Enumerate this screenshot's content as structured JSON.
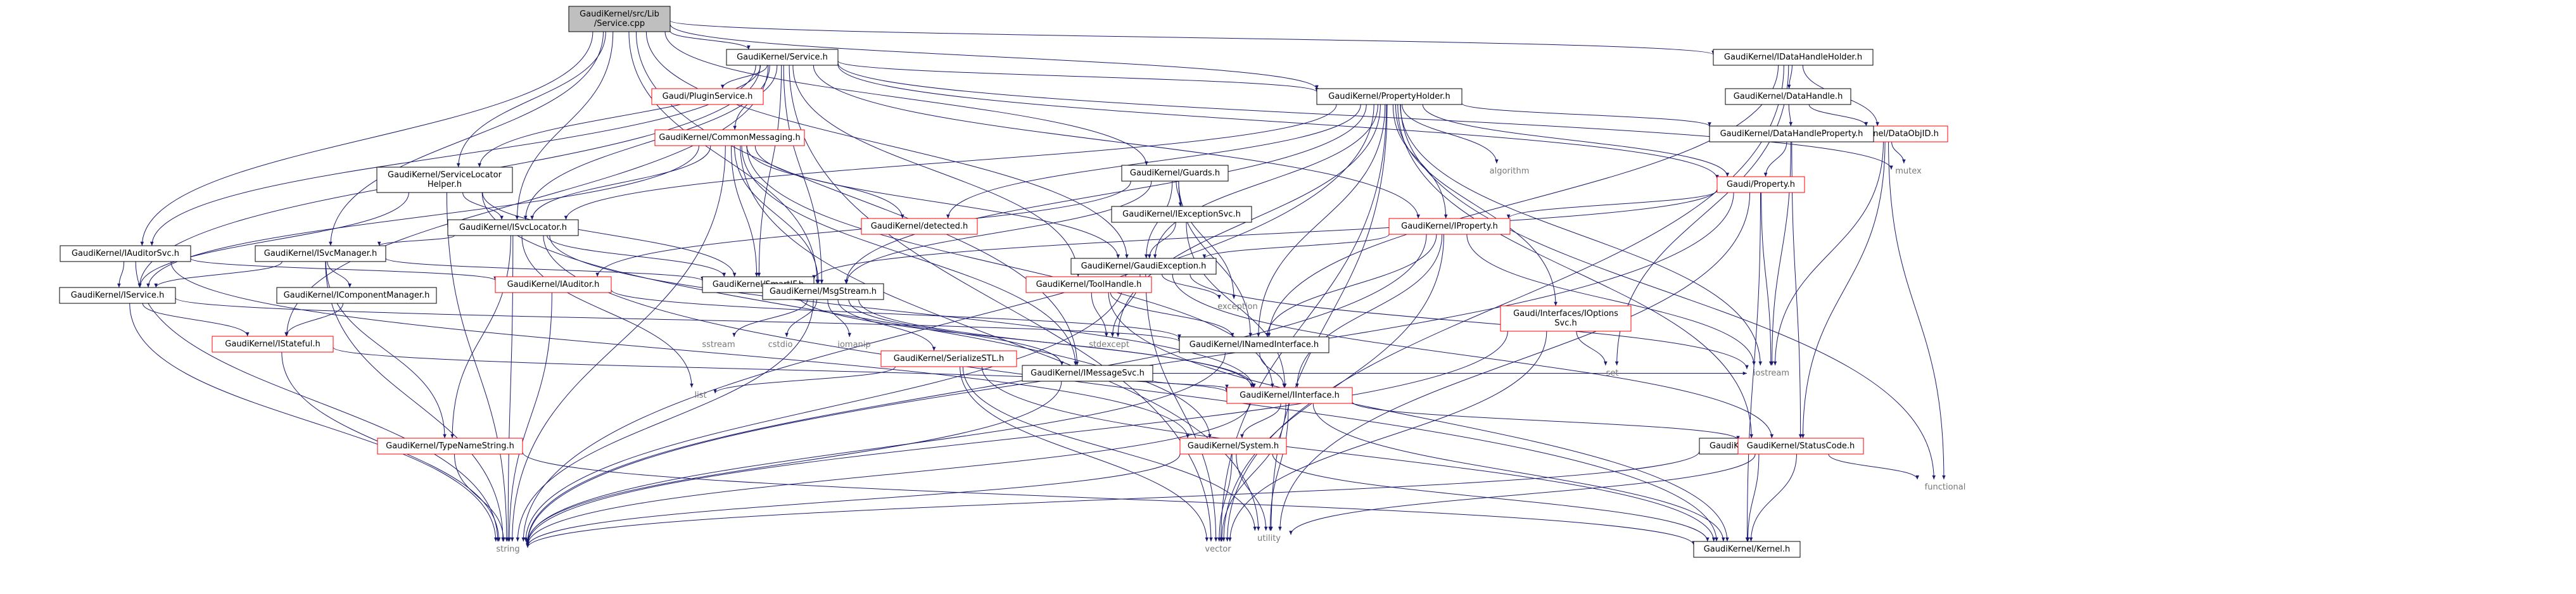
{
  "colors": {
    "node_border_black": "#000000",
    "node_border_red": "#ff0000",
    "edge": "#191970",
    "root_fill": "#bfbfbf",
    "text_normal": "#000000",
    "text_system": "#777777"
  },
  "nodes": [
    {
      "id": "root",
      "label": "GaudiKernel/src/Lib\n/Service.cpp",
      "kind": "root"
    },
    {
      "id": "service_h",
      "label": "GaudiKernel/Service.h",
      "kind": "normal"
    },
    {
      "id": "idatahandleholder",
      "label": "GaudiKernel/IDataHandleHolder.h",
      "kind": "normal"
    },
    {
      "id": "propertyholder",
      "label": "GaudiKernel/PropertyHolder.h",
      "kind": "normal"
    },
    {
      "id": "datahandle_h",
      "label": "GaudiKernel/DataHandle.h",
      "kind": "normal"
    },
    {
      "id": "dataobjid",
      "label": "GaudiKernel/DataObjID.h",
      "kind": "red"
    },
    {
      "id": "mutex",
      "label": "mutex",
      "kind": "system"
    },
    {
      "id": "datahandleproperty",
      "label": "GaudiKernel/DataHandleProperty.h",
      "kind": "normal"
    },
    {
      "id": "property",
      "label": "Gaudi/Property.h",
      "kind": "red"
    },
    {
      "id": "algorithm",
      "label": "algorithm",
      "kind": "system"
    },
    {
      "id": "pluginservice",
      "label": "Gaudi/PluginService.h",
      "kind": "red"
    },
    {
      "id": "commonmessaging",
      "label": "GaudiKernel/CommonMessaging.h",
      "kind": "red"
    },
    {
      "id": "guards",
      "label": "GaudiKernel/Guards.h",
      "kind": "normal"
    },
    {
      "id": "serviceloc",
      "label": "GaudiKernel/ServiceLocator\nHelper.h",
      "kind": "normal"
    },
    {
      "id": "iexceptionsvc",
      "label": "GaudiKernel/IExceptionSvc.h",
      "kind": "normal"
    },
    {
      "id": "iproperty",
      "label": "GaudiKernel/IProperty.h",
      "kind": "red"
    },
    {
      "id": "detected",
      "label": "GaudiKernel/detected.h",
      "kind": "red"
    },
    {
      "id": "isvclocator",
      "label": "GaudiKernel/ISvcLocator.h",
      "kind": "normal"
    },
    {
      "id": "iauditorsvc",
      "label": "GaudiKernel/IAuditorSvc.h",
      "kind": "normal"
    },
    {
      "id": "isvcmanager",
      "label": "GaudiKernel/ISvcManager.h",
      "kind": "normal"
    },
    {
      "id": "iauditor",
      "label": "GaudiKernel/IAuditor.h",
      "kind": "red"
    },
    {
      "id": "smartif",
      "label": "GaudiKernel/SmartIF.h",
      "kind": "normal"
    },
    {
      "id": "gaudiexception",
      "label": "GaudiKernel/GaudiException.h",
      "kind": "normal"
    },
    {
      "id": "msgstream",
      "label": "GaudiKernel/MsgStream.h",
      "kind": "normal"
    },
    {
      "id": "toolhandle",
      "label": "GaudiKernel/ToolHandle.h",
      "kind": "red"
    },
    {
      "id": "ioptionssvc",
      "label": "Gaudi/Interfaces/IOptions\nSvc.h",
      "kind": "red"
    },
    {
      "id": "icomponentmanager",
      "label": "GaudiKernel/IComponentManager.h",
      "kind": "normal"
    },
    {
      "id": "iservice",
      "label": "GaudiKernel/IService.h",
      "kind": "normal"
    },
    {
      "id": "exception",
      "label": "exception",
      "kind": "system"
    },
    {
      "id": "inamedinterface",
      "label": "GaudiKernel/INamedInterface.h",
      "kind": "normal"
    },
    {
      "id": "stdexcept",
      "label": "stdexcept",
      "kind": "system"
    },
    {
      "id": "sstream",
      "label": "sstream",
      "kind": "system"
    },
    {
      "id": "cstdio",
      "label": "cstdio",
      "kind": "system"
    },
    {
      "id": "iomanip",
      "label": "iomanip",
      "kind": "system"
    },
    {
      "id": "imessagesvc",
      "label": "GaudiKernel/IMessageSvc.h",
      "kind": "normal"
    },
    {
      "id": "serializestl",
      "label": "GaudiKernel/SerializeSTL.h",
      "kind": "red"
    },
    {
      "id": "istateful",
      "label": "GaudiKernel/IStateful.h",
      "kind": "red"
    },
    {
      "id": "iinterface",
      "label": "GaudiKernel/IInterface.h",
      "kind": "red"
    },
    {
      "id": "iostream",
      "label": "iostream",
      "kind": "system"
    },
    {
      "id": "list",
      "label": "list",
      "kind": "system"
    },
    {
      "id": "set",
      "label": "set",
      "kind": "system"
    },
    {
      "id": "typenamestring",
      "label": "GaudiKernel/TypeNameString.h",
      "kind": "red"
    },
    {
      "id": "system_h",
      "label": "GaudiKernel/System.h",
      "kind": "red"
    },
    {
      "id": "bootstrap",
      "label": "GaudiKernel/Bootstrap.h",
      "kind": "normal"
    },
    {
      "id": "statuscode",
      "label": "GaudiKernel/StatusCode.h",
      "kind": "red"
    },
    {
      "id": "functional",
      "label": "functional",
      "kind": "system"
    },
    {
      "id": "string",
      "label": "string",
      "kind": "system"
    },
    {
      "id": "utility",
      "label": "utility",
      "kind": "system"
    },
    {
      "id": "vector",
      "label": "vector",
      "kind": "system"
    },
    {
      "id": "kernel",
      "label": "GaudiKernel/Kernel.h",
      "kind": "normal"
    }
  ],
  "edges": [
    [
      "root",
      "service_h"
    ],
    [
      "root",
      "idatahandleholder"
    ],
    [
      "root",
      "propertyholder"
    ],
    [
      "root",
      "guards"
    ],
    [
      "root",
      "serviceloc"
    ],
    [
      "root",
      "isvclocator"
    ],
    [
      "root",
      "iauditorsvc"
    ],
    [
      "root",
      "isvcmanager"
    ],
    [
      "root",
      "msgstream"
    ],
    [
      "root",
      "gaudiexception"
    ],
    [
      "root",
      "imessagesvc"
    ],
    [
      "service_h",
      "pluginservice"
    ],
    [
      "service_h",
      "commonmessaging"
    ],
    [
      "service_h",
      "propertyholder"
    ],
    [
      "service_h",
      "iproperty"
    ],
    [
      "service_h",
      "serviceloc"
    ],
    [
      "service_h",
      "isvclocator"
    ],
    [
      "service_h",
      "iauditorsvc"
    ],
    [
      "service_h",
      "iservice"
    ],
    [
      "service_h",
      "istateful"
    ],
    [
      "service_h",
      "smartif"
    ],
    [
      "service_h",
      "toolhandle"
    ],
    [
      "service_h",
      "msgstream"
    ],
    [
      "service_h",
      "property"
    ],
    [
      "service_h",
      "mutex"
    ],
    [
      "service_h",
      "vector"
    ],
    [
      "idatahandleholder",
      "datahandle_h"
    ],
    [
      "idatahandleholder",
      "dataobjid"
    ],
    [
      "idatahandleholder",
      "inamedinterface"
    ],
    [
      "idatahandleholder",
      "vector"
    ],
    [
      "idatahandleholder",
      "set"
    ],
    [
      "datahandle_h",
      "datahandleproperty"
    ],
    [
      "datahandle_h",
      "dataobjid"
    ],
    [
      "dataobjid",
      "mutex"
    ],
    [
      "dataobjid",
      "iostream"
    ],
    [
      "dataobjid",
      "statuscode"
    ],
    [
      "dataobjid",
      "functional"
    ],
    [
      "propertyholder",
      "algorithm"
    ],
    [
      "propertyholder",
      "datahandleproperty"
    ],
    [
      "propertyholder",
      "property"
    ],
    [
      "propertyholder",
      "iproperty"
    ],
    [
      "propertyholder",
      "detected"
    ],
    [
      "propertyholder",
      "isvclocator"
    ],
    [
      "propertyholder",
      "msgstream"
    ],
    [
      "propertyholder",
      "gaudiexception"
    ],
    [
      "propertyholder",
      "ioptionssvc"
    ],
    [
      "propertyholder",
      "inamedinterface"
    ],
    [
      "propertyholder",
      "stdexcept"
    ],
    [
      "propertyholder",
      "iostream"
    ],
    [
      "propertyholder",
      "string"
    ],
    [
      "propertyholder",
      "vector"
    ],
    [
      "propertyholder",
      "utility"
    ],
    [
      "propertyholder",
      "functional"
    ],
    [
      "propertyholder",
      "bootstrap"
    ],
    [
      "datahandleproperty",
      "property"
    ],
    [
      "datahandleproperty",
      "iostream"
    ],
    [
      "datahandleproperty",
      "statuscode"
    ],
    [
      "property",
      "iproperty"
    ],
    [
      "property",
      "smartif"
    ],
    [
      "property",
      "string"
    ],
    [
      "property",
      "utility"
    ],
    [
      "property",
      "kernel"
    ],
    [
      "property",
      "iostream"
    ],
    [
      "commonmessaging",
      "isvclocator"
    ],
    [
      "commonmessaging",
      "imessagesvc"
    ],
    [
      "commonmessaging",
      "msgstream"
    ],
    [
      "commonmessaging",
      "detected"
    ],
    [
      "commonmessaging",
      "gaudiexception"
    ],
    [
      "commonmessaging",
      "smartif"
    ],
    [
      "commonmessaging",
      "iservice"
    ],
    [
      "commonmessaging",
      "string"
    ],
    [
      "commonmessaging",
      "utility"
    ],
    [
      "commonmessaging",
      "iinterface"
    ],
    [
      "guards",
      "iexceptionsvc"
    ],
    [
      "guards",
      "iauditor"
    ],
    [
      "guards",
      "gaudiexception"
    ],
    [
      "guards",
      "msgstream"
    ],
    [
      "guards",
      "exception"
    ],
    [
      "guards",
      "inamedinterface"
    ],
    [
      "serviceloc",
      "isvclocator"
    ],
    [
      "serviceloc",
      "iservice"
    ],
    [
      "serviceloc",
      "smartif"
    ],
    [
      "serviceloc",
      "string"
    ],
    [
      "serviceloc",
      "system_h"
    ],
    [
      "iexceptionsvc",
      "gaudiexception"
    ],
    [
      "iexceptionsvc",
      "iinterface"
    ],
    [
      "iproperty",
      "gaudiexception"
    ],
    [
      "iproperty",
      "inamedinterface"
    ],
    [
      "iproperty",
      "iinterface"
    ],
    [
      "iproperty",
      "iostream"
    ],
    [
      "iproperty",
      "string"
    ],
    [
      "iproperty",
      "vector"
    ],
    [
      "isvclocator",
      "isvcmanager"
    ],
    [
      "isvclocator",
      "smartif"
    ],
    [
      "isvclocator",
      "typenamestring"
    ],
    [
      "isvclocator",
      "iinterface"
    ],
    [
      "isvclocator",
      "list"
    ],
    [
      "isvclocator",
      "string"
    ],
    [
      "isvclocator",
      "kernel"
    ],
    [
      "iauditorsvc",
      "iservice"
    ],
    [
      "iauditorsvc",
      "iauditor"
    ],
    [
      "iauditorsvc",
      "system_h"
    ],
    [
      "iauditorsvc",
      "string"
    ],
    [
      "isvcmanager",
      "icomponentmanager"
    ],
    [
      "isvcmanager",
      "iservice"
    ],
    [
      "isvcmanager",
      "smartif"
    ],
    [
      "isvcmanager",
      "typenamestring"
    ],
    [
      "isvcmanager",
      "string"
    ],
    [
      "iauditor",
      "inamedinterface"
    ],
    [
      "iauditor",
      "string"
    ],
    [
      "smartif",
      "iinterface"
    ],
    [
      "gaudiexception",
      "statuscode"
    ],
    [
      "gaudiexception",
      "exception"
    ],
    [
      "gaudiexception",
      "iostream"
    ],
    [
      "gaudiexception",
      "stdexcept"
    ],
    [
      "gaudiexception",
      "string"
    ],
    [
      "gaudiexception",
      "vector"
    ],
    [
      "msgstream",
      "imessagesvc"
    ],
    [
      "msgstream",
      "serializestl"
    ],
    [
      "msgstream",
      "sstream"
    ],
    [
      "msgstream",
      "cstdio"
    ],
    [
      "msgstream",
      "iomanip"
    ],
    [
      "msgstream",
      "string"
    ],
    [
      "msgstream",
      "iinterface"
    ],
    [
      "toolhandle",
      "inamedinterface"
    ],
    [
      "toolhandle",
      "kernel"
    ],
    [
      "toolhandle",
      "stdexcept"
    ],
    [
      "ioptionssvc",
      "string"
    ],
    [
      "ioptionssvc",
      "vector"
    ],
    [
      "ioptionssvc",
      "set"
    ],
    [
      "icomponentmanager",
      "istateful"
    ],
    [
      "iservice",
      "istateful"
    ],
    [
      "iservice",
      "inamedinterface"
    ],
    [
      "iservice",
      "string"
    ],
    [
      "inamedinterface",
      "iinterface"
    ],
    [
      "inamedinterface",
      "string"
    ],
    [
      "imessagesvc",
      "iinterface"
    ],
    [
      "imessagesvc",
      "iostream"
    ],
    [
      "imessagesvc",
      "string"
    ],
    [
      "serializestl",
      "list"
    ],
    [
      "serializestl",
      "vector"
    ],
    [
      "serializestl",
      "utility"
    ],
    [
      "serializestl",
      "kernel"
    ],
    [
      "istateful",
      "iinterface"
    ],
    [
      "istateful",
      "string"
    ],
    [
      "iinterface",
      "system_h"
    ],
    [
      "iinterface",
      "statuscode"
    ],
    [
      "iinterface",
      "kernel"
    ],
    [
      "iinterface",
      "utility"
    ],
    [
      "iinterface",
      "vector"
    ],
    [
      "iinterface",
      "string"
    ],
    [
      "typenamestring",
      "string"
    ],
    [
      "typenamestring",
      "kernel"
    ],
    [
      "system_h",
      "kernel"
    ],
    [
      "system_h",
      "string"
    ],
    [
      "system_h",
      "vector"
    ],
    [
      "system_h",
      "utility"
    ],
    [
      "bootstrap",
      "kernel"
    ],
    [
      "bootstrap",
      "string"
    ],
    [
      "bootstrap",
      "statuscode"
    ],
    [
      "statuscode",
      "kernel"
    ],
    [
      "statuscode",
      "functional"
    ],
    [
      "statuscode",
      "utility"
    ]
  ]
}
